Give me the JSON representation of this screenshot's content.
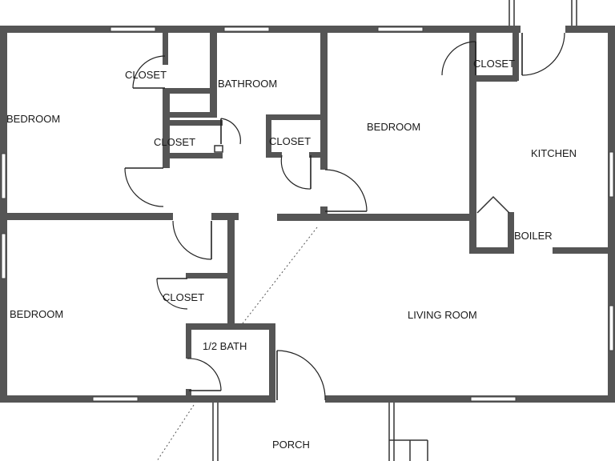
{
  "rooms": {
    "bedroom_nw": "BEDROOM",
    "closet_nw": "CLOSET",
    "bathroom": "BATHROOM",
    "closet_hall_left": "CLOSET",
    "closet_hall_right": "CLOSET",
    "bedroom_north": "BEDROOM",
    "closet_ne": "CLOSET",
    "kitchen": "KITCHEN",
    "boiler": "BOILER",
    "bedroom_sw": "BEDROOM",
    "closet_sw": "CLOSET",
    "half_bath": "1/2 BATH",
    "living_room": "LIVING ROOM",
    "porch": "PORCH"
  },
  "colors": {
    "wall": "#555555",
    "background": "#ffffff",
    "line": "#222222"
  }
}
